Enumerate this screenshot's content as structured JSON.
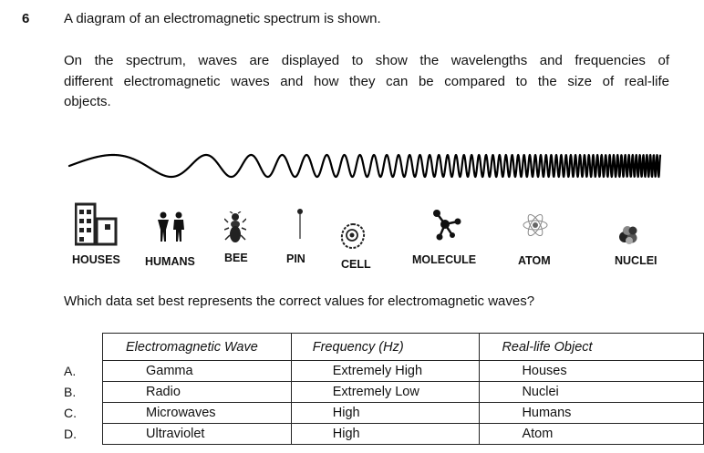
{
  "question": {
    "number": "6",
    "intro": "A diagram of an electromagnetic spectrum is shown.",
    "paragraph_line1": "On the spectrum, waves are displayed to show the wavelengths and frequencies of",
    "paragraph_line2": "different electromagnetic waves and how they can be compared to the size of real-life",
    "paragraph_line3": "objects.",
    "prompt": "Which data set best represents the correct values for electromagnetic waves?"
  },
  "objects": [
    {
      "label": "HOUSES",
      "icon": "houses-icon"
    },
    {
      "label": "HUMANS",
      "icon": "humans-icon"
    },
    {
      "label": "BEE",
      "icon": "bee-icon"
    },
    {
      "label": "PIN",
      "icon": "pin-icon"
    },
    {
      "label": "CELL",
      "icon": "cell-icon"
    },
    {
      "label": "MOLECULE",
      "icon": "molecule-icon"
    },
    {
      "label": "ATOM",
      "icon": "atom-icon"
    },
    {
      "label": "NUCLEI",
      "icon": "nuclei-icon"
    }
  ],
  "table": {
    "headers": [
      "Electromagnetic Wave",
      "Frequency (Hz)",
      "Real-life Object"
    ],
    "rows": [
      {
        "letter": "A.",
        "wave": "Gamma",
        "frequency": "Extremely High",
        "object": "Houses"
      },
      {
        "letter": "B.",
        "wave": "Radio",
        "frequency": "Extremely Low",
        "object": "Nuclei"
      },
      {
        "letter": "C.",
        "wave": "Microwaves",
        "frequency": "High",
        "object": "Humans"
      },
      {
        "letter": "D.",
        "wave": "Ultraviolet",
        "frequency": "High",
        "object": "Atom"
      }
    ]
  },
  "colors": {
    "text": "#111111",
    "wave": "#000000"
  }
}
